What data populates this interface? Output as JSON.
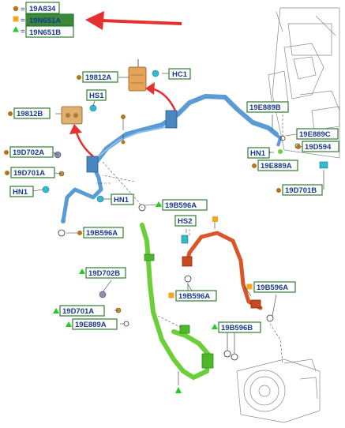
{
  "legend": [
    {
      "symbol": "circle",
      "color": "#b8741a",
      "code": "19A834",
      "highlight": false
    },
    {
      "symbol": "square",
      "color": "#f5a623",
      "code": "19N651A",
      "highlight": true
    },
    {
      "symbol": "triangle",
      "color": "#22cc22",
      "code": "19N651B",
      "highlight": false
    }
  ],
  "colors": {
    "blue_line": "#5b9bd5",
    "green_line": "#6ccf3a",
    "red_line": "#d9562a",
    "arrow_red": "#e53030",
    "label_text": "#1a3a8f",
    "label_border": "#2e7d32"
  },
  "labels": {
    "l_19812A": "19812A",
    "l_HC1": "HC1",
    "l_HS1": "HS1",
    "l_19812B": "19812B",
    "l_19E889B": "19E889B",
    "l_19E889C": "19E889C",
    "l_19D594": "19D594",
    "l_HN1_right": "HN1",
    "l_19E889A_top": "19E889A",
    "l_19D701B": "19D701B",
    "l_19D702A": "19D702A",
    "l_19D701A_top": "19D701A",
    "l_HN1_left": "HN1",
    "l_HN1_mid": "HN1",
    "l_19B596A_a": "19B596A",
    "l_19B596A_b": "19B596A",
    "l_HS2": "HS2",
    "l_19D702B": "19D702B",
    "l_19B596A_c": "19B596A",
    "l_19B596A_d": "19B596A",
    "l_19D701A_bot": "19D701A",
    "l_19E889A_bot": "19E889A",
    "l_19B596B": "19B596B"
  }
}
